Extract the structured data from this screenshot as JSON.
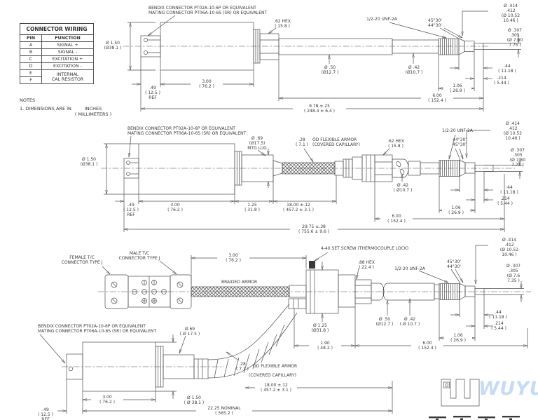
{
  "connector_table": {
    "title": "CONNECTOR WIRING",
    "col_pin": "PIN",
    "col_function": "FUNCTION",
    "rows": [
      {
        "pin": "A",
        "fn": "SIGNAL +"
      },
      {
        "pin": "B",
        "fn": "SIGNAL -"
      },
      {
        "pin": "C",
        "fn": "EXCITATION +"
      },
      {
        "pin": "D",
        "fn": "EXCITATION -"
      }
    ],
    "ef": {
      "e": "E",
      "f": "F",
      "fn": "INTERNAL\nCAL RESISTOR"
    }
  },
  "notes": {
    "title": "NOTES",
    "line1": "1. DIMENSIONS ARE IN",
    "inches": "INCHES",
    "millimeters": "( MILLIMETERS )"
  },
  "d1": {
    "callout": "BENDIX CONNECTOR  PT02A-10-6P OR EQUIVALENT\nMATING CONNECTOR  PT06A-10-6S (SR) OR EQUIVALENT",
    "hex": ".62 HEX\n( 15.8 )",
    "thread": "1/2-20 UNF-2A",
    "angle": "45°30'\n44°30'",
    "dia414": "Ø .414\n.412\n(Ø 10.52\n10.46 )",
    "dia307": "Ø .307\n.305\n(Ø 7.80\n7.75 )",
    "dia150": "Ø 1.50\n(Ø38.1 )",
    "dia50": "Ø .50\n(Ø12.7 )",
    "dia42": "Ø .42\n(Ø10.7 )",
    "dim49": ".49\n( 12.5 )\nREF",
    "dim300": "3.00\n( 76.2 )",
    "dim44": ".44\n( 11.18 )",
    "dim214": ".214\n( 5.44 )",
    "dim106": "1.06\n( 26.9 )",
    "dim600": "6.00\n( 152.4 )",
    "dim978": "9.78 ±.25\n( 248.4 ± 6.4 )"
  },
  "d2": {
    "callout": "BENDIX CONNECTOR  PT02A-10-6P OR EQUIVALENT\nMATING CONNECTOR  PT06A-10-6S (SR) OR EQUIVALENT",
    "mtg": "Ø .69\n(Ø17.5)\nMTG LUG",
    "armor_size": ".28\n( 7.1 )",
    "armor_text": "OD FLEXIBLE ARMOR\n(COVERED CAPILLARY)",
    "hex": ".62 HEX\n( 15.8 )",
    "thread": "1/2-20 UNF-2A",
    "angle": "44°30'\n45°30'",
    "dia414": "Ø .414\n.412\n(Ø 10.52\n10.46 )",
    "dia307": "Ø .307\n.305\n(Ø 7.80\n7.75 )",
    "dia150": "Ø 1.50\n(Ø38.1 )",
    "dia42": "Ø .42\n( Ø10.7 )",
    "dim49": ".49\n( 12.5 )\nREF",
    "dim300": "3.00\n( 76.2 )",
    "dim125": "1.25\n( 31.8 )",
    "dim1800": "18.00 ±.12\n( 457.2 ± 3.1 )",
    "dim44": ".44\n( 11.18 )",
    "dim214": ".214\n( 5.44 )",
    "dim106": "1.06\n( 26.9 )",
    "dim600": "6.00\n( 152.4 )",
    "dim2975": "29.75 ±.38\n( 755.6 ± 9.6 )"
  },
  "d3": {
    "female": "FEMALE T/C\nCONNECTOR TYPE J",
    "male": "MALE T/C\nCONNECTOR TYPE J",
    "dim300": "3.00\n( 76.2 )",
    "braided": "BRAIDED ARMOR",
    "setscrew": "4-40 SET SCREW (THERMOCOUPLE LOCK)",
    "hex": ".88 HEX\n( 22.4 )",
    "thread": "1/2-20 UNF-2A",
    "angle": "45°30'\n44°30'",
    "dia414": "Ø .414\n.412\n(Ø 10.52\n10.46 )",
    "dia307": "Ø .307\n.305\n(Ø 7.6\n7.35 )",
    "dia50": "Ø .50\n(Ø12.7 )",
    "dia42": "Ø .42\n( Ø 10.7 )",
    "dia125": "Ø 1.25\n(Ø31.8 )",
    "dim44": ".44\n( 11.18 )",
    "dim214": ".214\n( 5.44 )",
    "dim106": "1.06\n( 26.9 )",
    "dim190": "1.90\n( 48.2 )",
    "dim600": "6.00\n( 152.4 )"
  },
  "d4": {
    "callout": "BENDIX CONNECTOR  PT02A-10-6P OR EQUIVALENT\nMATING CONNECTOR  PT06A-10-6S (SR) OR EQUIVALENT",
    "dia69": "Ø.69\n( Ø 17.5 )",
    "dim300": "3.00\n( 76.2 )",
    "dia150": "Ø 1.50\n( Ø 38.1 )",
    "dim49": ".49\n( 12.5 )\nREF",
    "dim2225": "22.25 NOMINAL\n( 565.2 )",
    "dim1800": "18.00 ±.12\n( 457.2 ± 3.1 )",
    "armor_size": ".28\n( 7.1 )",
    "armor_line1": "OD FLEXIBLE ARMOR",
    "armor_line2": "(COVERED CAPILLARY)"
  },
  "logo": {
    "brand": "WUYUE",
    "brand_color": "#c7dcf2",
    "mark_color": "#f09aa2"
  }
}
